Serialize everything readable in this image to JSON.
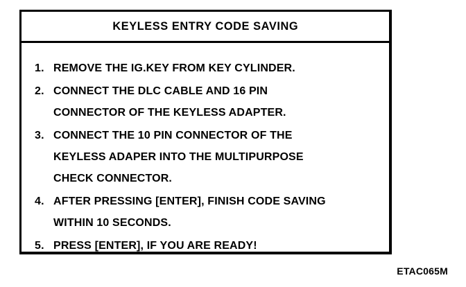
{
  "figure": {
    "code_label": "ETAC065M",
    "border_color": "#000000",
    "background_color": "#ffffff",
    "text_color": "#000000"
  },
  "box": {
    "title": "KEYLESS ENTRY CODE SAVING",
    "steps": [
      {
        "number": "1.",
        "lines": [
          "REMOVE THE IG.KEY FROM KEY CYLINDER."
        ]
      },
      {
        "number": "2.",
        "lines": [
          "CONNECT THE DLC CABLE AND 16 PIN",
          "CONNECTOR OF THE KEYLESS ADAPTER."
        ]
      },
      {
        "number": "3.",
        "lines": [
          "CONNECT THE 10 PIN CONNECTOR OF THE",
          "KEYLESS ADAPER INTO THE MULTIPURPOSE",
          "CHECK CONNECTOR."
        ]
      },
      {
        "number": "4.",
        "lines": [
          "AFTER PRESSING [ENTER], FINISH CODE SAVING",
          "WITHIN 10 SECONDS."
        ]
      },
      {
        "number": "5.",
        "lines": [
          "PRESS [ENTER], IF YOU ARE READY!"
        ]
      }
    ]
  }
}
